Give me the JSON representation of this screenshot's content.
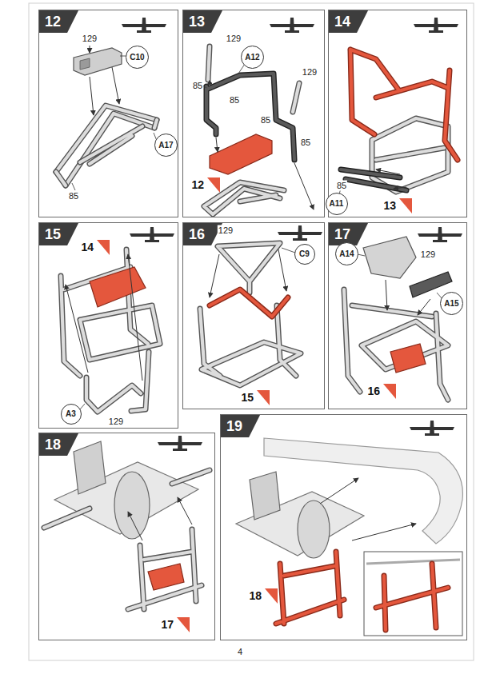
{
  "diagram": {
    "nodes": [
      {
        "text": [
          "12"
        ]
      },
      {
        "text": [
          "C10"
        ],
        "in": 0
      },
      {
        "text": [
          "A17"
        ],
        "in": 0
      },
      {
        "text": [
          "13"
        ]
      },
      {
        "text": [
          "A12"
        ],
        "in": 3
      },
      {
        "text": [
          "12"
        ],
        "in": 3
      },
      {
        "text": [
          "14"
        ]
      },
      {
        "text": [
          "13"
        ],
        "in": 6
      },
      {
        "text": [
          "A11"
        ],
        "in": 6
      },
      {
        "text": [
          "15"
        ]
      },
      {
        "text": [
          "14"
        ],
        "in": 9
      },
      {
        "text": [
          "A3"
        ],
        "in": 9
      },
      {
        "text": [
          "16"
        ]
      },
      {
        "text": [
          "C9"
        ],
        "in": 12
      },
      {
        "text": [
          "15"
        ],
        "in": 12
      },
      {
        "text": [
          "17"
        ]
      },
      {
        "text": [
          "A14"
        ],
        "in": 15
      },
      {
        "text": [
          "A15"
        ],
        "in": 15
      },
      {
        "text": [
          "16"
        ],
        "in": 15
      },
      {
        "text": [
          "18"
        ]
      },
      {
        "text": [
          "17"
        ],
        "in": 19
      },
      {
        "text": [
          "19"
        ]
      },
      {
        "text": [
          "18"
        ],
        "in": 21
      }
    ],
    "labels": [
      "129",
      "85",
      "129",
      "85",
      "85",
      "129",
      "85",
      "85",
      "85",
      "129",
      "129",
      "129",
      "4"
    ]
  }
}
